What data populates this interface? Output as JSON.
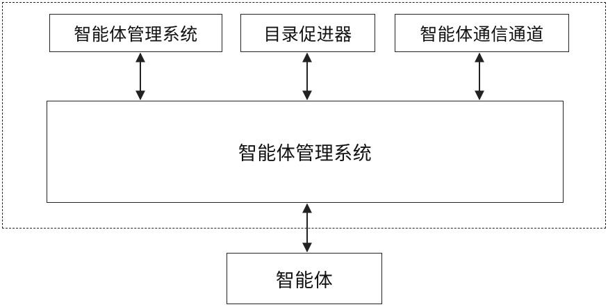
{
  "diagram": {
    "top_boxes": [
      {
        "label": "智能体管理系统"
      },
      {
        "label": "目录促进器"
      },
      {
        "label": "智能体通信通道"
      }
    ],
    "main_box": {
      "label": "智能体管理系统"
    },
    "bottom_box": {
      "label": "智能体"
    },
    "connectors": [
      {
        "from": "智能体管理系统",
        "to": "智能体管理系统",
        "style": "bidirectional-arrow"
      },
      {
        "from": "目录促进器",
        "to": "智能体管理系统",
        "style": "bidirectional-arrow"
      },
      {
        "from": "智能体通信通道",
        "to": "智能体管理系统",
        "style": "bidirectional-arrow"
      },
      {
        "from": "智能体管理系统",
        "to": "智能体",
        "style": "bidirectional-arrow"
      }
    ],
    "colors": {
      "stroke": "#222222",
      "background": "#ffffff",
      "text": "#111111"
    }
  }
}
